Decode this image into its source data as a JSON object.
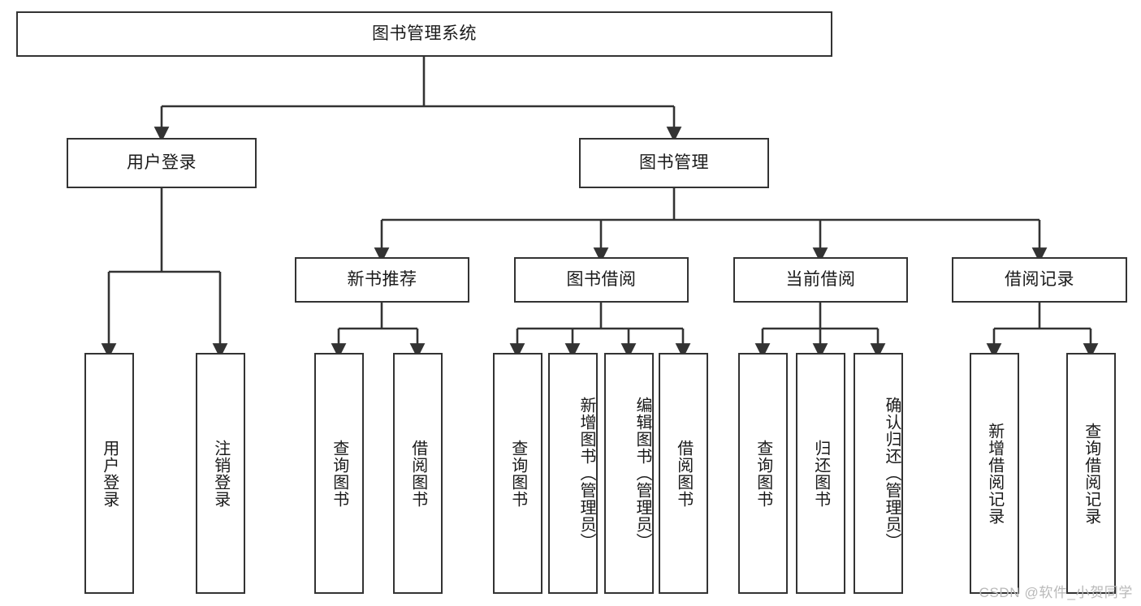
{
  "diagram": {
    "title": "图书管理系统",
    "type": "tree-structure-chart",
    "watermark": "CSDN @软件_小贺同学",
    "colors": {
      "border": "#333333",
      "background": "#ffffff",
      "text": "#1a1a1a",
      "watermark": "#b9b9b9"
    },
    "levels": {
      "root": {
        "label": "图书管理系统"
      },
      "level2": [
        {
          "label": "用户登录"
        },
        {
          "label": "图书管理"
        }
      ],
      "level3": [
        {
          "label": "新书推荐"
        },
        {
          "label": "图书借阅"
        },
        {
          "label": "当前借阅"
        },
        {
          "label": "借阅记录"
        }
      ],
      "level4": {
        "user_login_children": [
          {
            "label": "用户登录"
          },
          {
            "label": "注销登录"
          }
        ],
        "new_book_children": [
          {
            "label": "查询图书"
          },
          {
            "label": "借阅图书"
          }
        ],
        "borrow_children": [
          {
            "label": "查询图书"
          },
          {
            "label": "新增图书（管理员）"
          },
          {
            "label": "编辑图书（管理员）"
          },
          {
            "label": "借阅图书"
          }
        ],
        "current_borrow_children": [
          {
            "label": "查询图书"
          },
          {
            "label": "归还图书"
          },
          {
            "label": "确认归还（管理员）"
          }
        ],
        "record_children": [
          {
            "label": "新增借阅记录"
          },
          {
            "label": "查询借阅记录"
          }
        ]
      }
    }
  }
}
